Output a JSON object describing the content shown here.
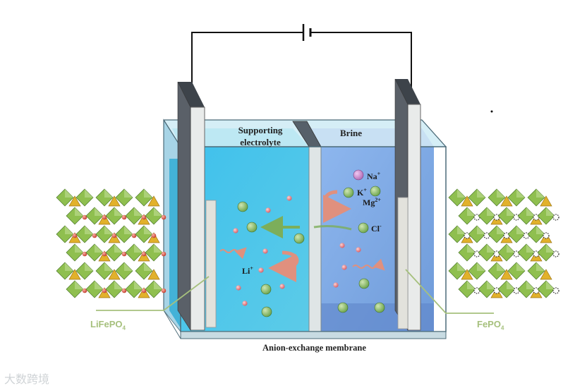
{
  "labels": {
    "supporting_electrolyte": "Supporting electrolyte",
    "brine": "Brine",
    "membrane": "Anion-exchange membrane",
    "left_material_base": "LiFePO",
    "left_material_sub": "4",
    "right_material_base": "FePO",
    "right_material_sub": "4"
  },
  "ions": {
    "na": {
      "base": "Na",
      "charge": "+"
    },
    "k": {
      "base": "K",
      "charge": "+"
    },
    "mg": {
      "base": "Mg",
      "charge": "2+"
    },
    "cl": {
      "base": "Cl",
      "charge": "-"
    },
    "li": {
      "base": "Li",
      "charge": "+"
    }
  },
  "watermark": "大数跨境",
  "colors": {
    "left_electrolyte": "#45c3e8",
    "right_electrolyte": "#86aee6",
    "octahedron": "#8fbf4f",
    "tetrahedron": "#e2b12b",
    "li_atom": "#d9534f",
    "label_green": "#a6c07d",
    "arrow_green": "#7cae5a",
    "arrow_pink": "#e0907e"
  },
  "icons": [
    "battery-icon",
    "green-ion-icon",
    "pink-ion-icon",
    "purple-na-icon"
  ]
}
